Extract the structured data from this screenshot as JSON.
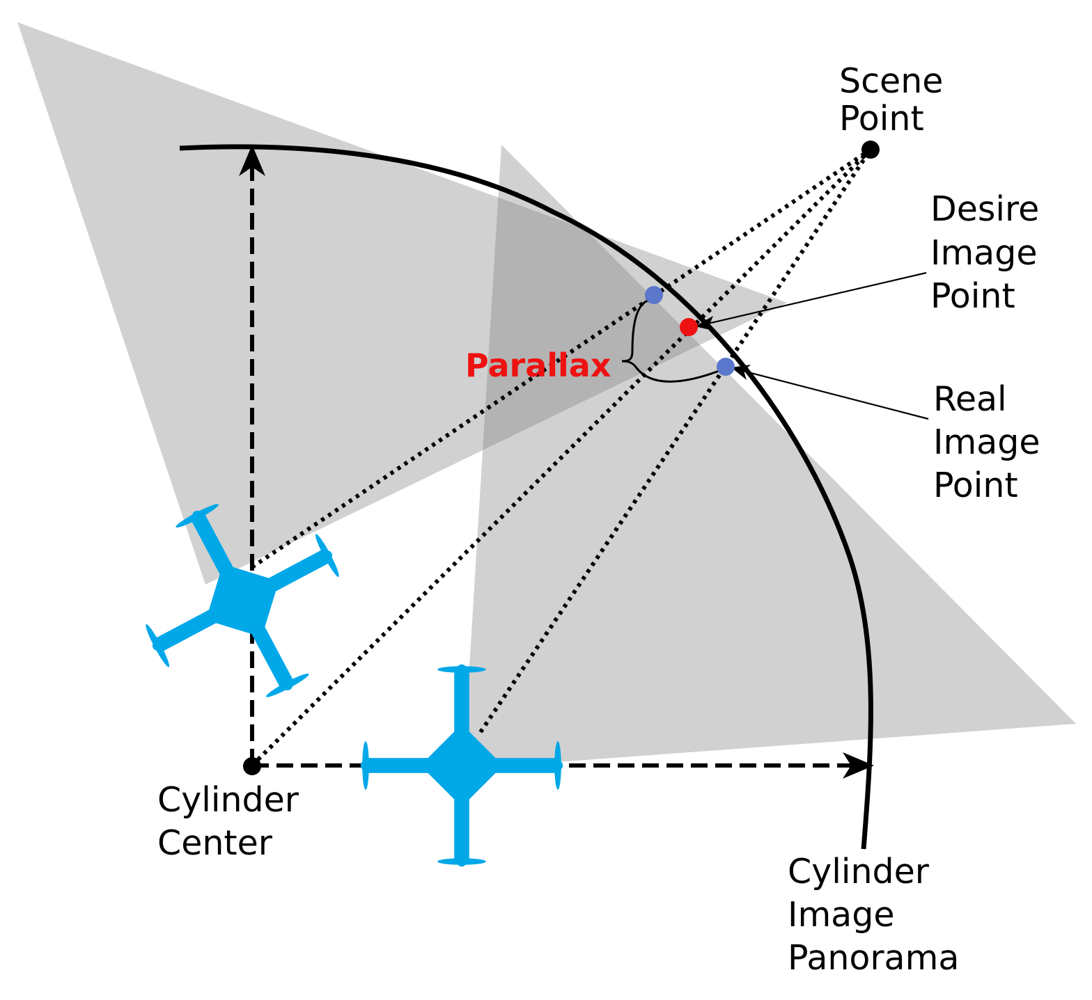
{
  "labels": {
    "scene_point": [
      "Scene",
      "Point"
    ],
    "desire_image_point": [
      "Desire",
      "Image",
      "Point"
    ],
    "real_image_point": [
      "Real",
      "Image",
      "Point"
    ],
    "parallax": "Parallax",
    "cylinder_center": [
      "Cylinder",
      "Center"
    ],
    "cylinder_image_panorama": [
      "Cylinder",
      "Image",
      "Panorama"
    ]
  },
  "colors": {
    "drone": "#00a8e8",
    "fov_fill": "#808080",
    "desire_point": "#ee1111",
    "real_point": "#5b77cc",
    "parallax_text": "#ee1111",
    "lines": "#000000"
  },
  "icons": {
    "drone": "quadcopter-icon"
  }
}
